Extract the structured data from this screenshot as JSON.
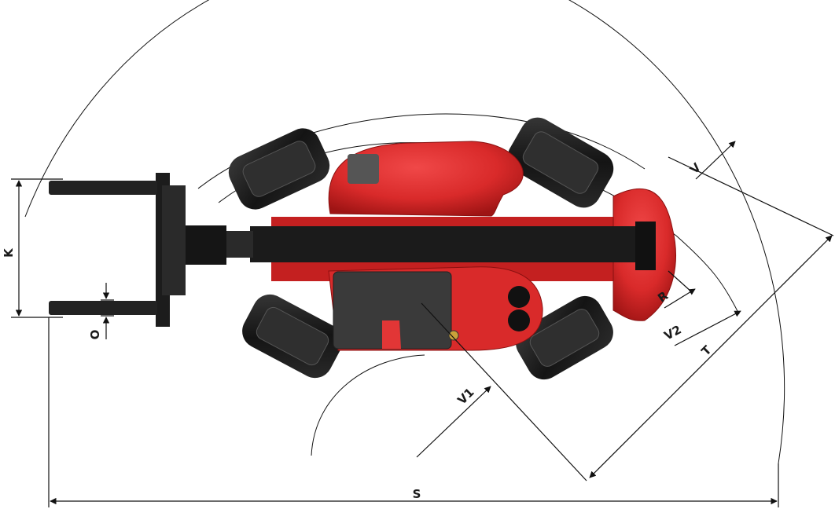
{
  "diagram": {
    "labels": {
      "K": "K",
      "O": "O",
      "S": "S",
      "T": "T",
      "V": "V",
      "V1": "V1",
      "V2": "V2",
      "R": "R"
    },
    "colors": {
      "body_red": "#d92a2a",
      "dark_red": "#9e1414",
      "boom": "#1b1b1b",
      "tire": "#1e1e1e",
      "line": "#111111"
    }
  }
}
